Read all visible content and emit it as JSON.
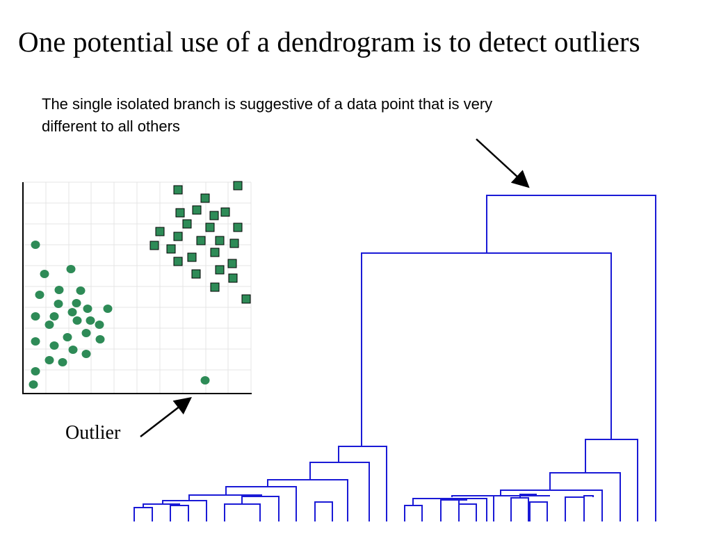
{
  "slide": {
    "title": "One potential use of a dendrogram is to detect outliers",
    "caption": "The single isolated branch is suggestive of a data point that is very different to all others",
    "outlier_label": "Outlier"
  },
  "colors": {
    "dendrogram": "#1a1ad6",
    "points_fill": "#2e8b57",
    "squares_fill": "#2e8b57",
    "squares_stroke": "#000000",
    "grid": "#e4e4e4",
    "axis": "#000000",
    "arrow": "#000000"
  },
  "icons": {
    "circle_cluster": "circle-marker",
    "square_cluster": "square-marker",
    "arrow": "arrow-icon"
  }
}
